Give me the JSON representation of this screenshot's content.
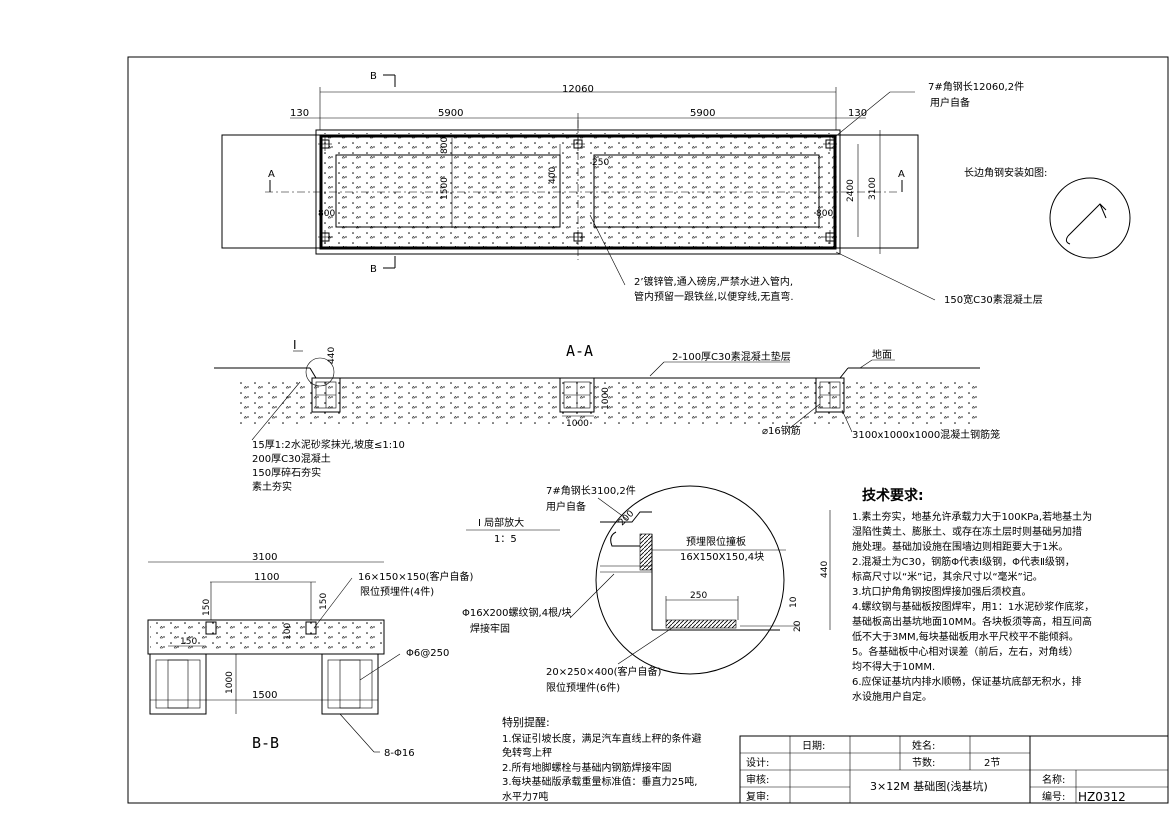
{
  "plan": {
    "section_b_label": "B",
    "section_a_label": "A",
    "dim_total": "12060",
    "dim_left_end": "130",
    "dim_right_end": "130",
    "dim_half_left": "5900",
    "dim_half_right": "5900",
    "dim_800_top": "800",
    "dim_1500": "1500",
    "dim_400": "400",
    "dim_250": "250",
    "dim_800_left": "800",
    "dim_800_right": "800",
    "dim_2400": "2400",
    "dim_3100": "3100",
    "note_angle_steel": "7#角钢长12060,2件",
    "note_angle_steel_2": "用户自备",
    "note_pipe_1": "2’镀锌管,通入磅房,严禁水进入管内,",
    "note_pipe_2": "管内预留一跟铁丝,以便穿线,无直弯.",
    "note_concrete_layer": "150宽C30素混凝土层",
    "long_edge_note": "长边角钢安装如图:"
  },
  "section_aa": {
    "title": "A-A",
    "detail_mark": "I",
    "dim_440": "440",
    "dim_1000_v": "1000",
    "dim_1000_h": "1000",
    "cushion_note": "2-100厚C30素混凝土垫层",
    "ground_label": "地面",
    "rebar_note": "⌀16钢筋",
    "cage_note": "3100x1000x1000混凝土钢筋笼",
    "layer_1": "15厚1:2水泥砂浆抹光,坡度≤1:10",
    "layer_2": "200厚C30混凝土",
    "layer_3": "150厚碎石夯实",
    "layer_4": "素土夯实"
  },
  "detail_i": {
    "title": "I 局部放大",
    "scale": "1：5",
    "angle_note_1": "7#角钢长3100,2件",
    "angle_note_2": "用户自备",
    "dim_200": "200",
    "plate_note_1": "预埋限位撞板",
    "plate_note_2": "16X150X150,4块",
    "bolt_note_1": "Φ16X200螺纹钢,4根/块",
    "bolt_note_2": "焊接牢固",
    "dim_250": "250",
    "dim_10": "10",
    "dim_20": "20",
    "dim_440": "440",
    "embed_note_1": "20×250×400(客户自备)",
    "embed_note_2": "限位预埋件(6件)"
  },
  "section_bb": {
    "title": "B-B",
    "dim_3100": "3100",
    "dim_1100": "1100",
    "dim_150_a": "150",
    "dim_150_b": "150",
    "dim_100": "100",
    "dim_150_c": "150",
    "dim_1000": "1000",
    "dim_1500": "1500",
    "embed_note_1": "16×150×150(客户自备)",
    "embed_note_2": "限位预埋件(4件)",
    "rebar_ring": "Φ6@250",
    "rebar_main": "8-Φ16"
  },
  "tech": {
    "title": "技术要求:",
    "lines": [
      "1.素土夯实，地基允许承载力大于100KPa,若地基土为",
      "湿陷性黄土、膨胀土、或存在冻土层时则基础另加措",
      "施处理。基础加设施在围墙边则相距要大于1米。",
      "2.混凝土为C30，钢筋Φ代表Ⅰ级钢，Φ代表Ⅱ级钢，",
      "标高尺寸以“米”记，其余尺寸以“毫米”记。",
      "3.坑口护角角钢按图焊接加强后须校直。",
      "4.螺纹钢与基础板按图焊牢，用1：1水泥砂浆作底浆，",
      "基础板高出基坑地面10MM。各块板须等高，相互间高",
      "低不大于3MM,每块基础板用水平尺校平不能倾斜。",
      "5。各基础板中心相对误差（前后，左右，对角线）",
      "均不得大于10MM.",
      "6.应保证基坑内排水顺畅，保证基坑底部无积水，排",
      "水设施用户自定。"
    ]
  },
  "special": {
    "title": "特别提醒:",
    "lines": [
      "1.保证引坡长度，满足汽车直线上秤的条件避",
      "免转弯上秤",
      "2.所有地脚螺栓与基础内钢筋焊接牢固",
      "3.每块基础版承载重量标准值：垂直力25吨,",
      "水平力7吨"
    ]
  },
  "titleblock": {
    "date_label": "日期:",
    "name_label": "姓名:",
    "design_label": "设计:",
    "section_label": "节数:",
    "section_value": "2节",
    "review_label": "审核:",
    "recheck_label": "复审:",
    "drawing_title": "3×12M 基础图(浅基坑)",
    "title_label": "名称:",
    "code_label": "编号:",
    "code_value": "HZ0312"
  }
}
